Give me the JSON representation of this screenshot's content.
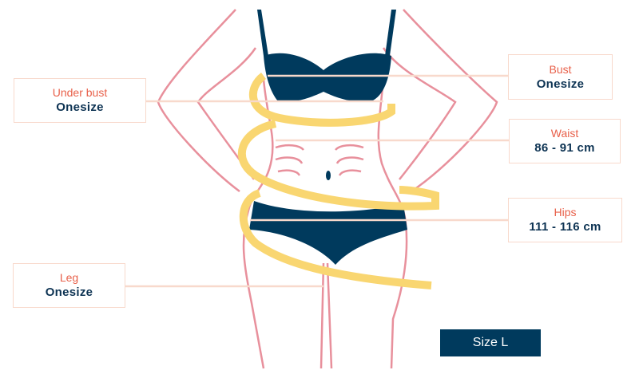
{
  "measurements": [
    {
      "label": "Under bust",
      "value": "Onesize"
    },
    {
      "label": "Bust",
      "value": "Onesize"
    },
    {
      "label": "Waist",
      "value": "86 - 91 cm"
    },
    {
      "label": "Hips",
      "value": "111 - 116 cm"
    },
    {
      "label": "Leg",
      "value": "Onesize"
    }
  ],
  "size_button": "Size L",
  "colors": {
    "outline": "#e8909c",
    "garment": "#003a5d",
    "tape": "#f9d671",
    "line": "#f8d9cc",
    "label": "#e8604a",
    "value": "#0d3353"
  }
}
